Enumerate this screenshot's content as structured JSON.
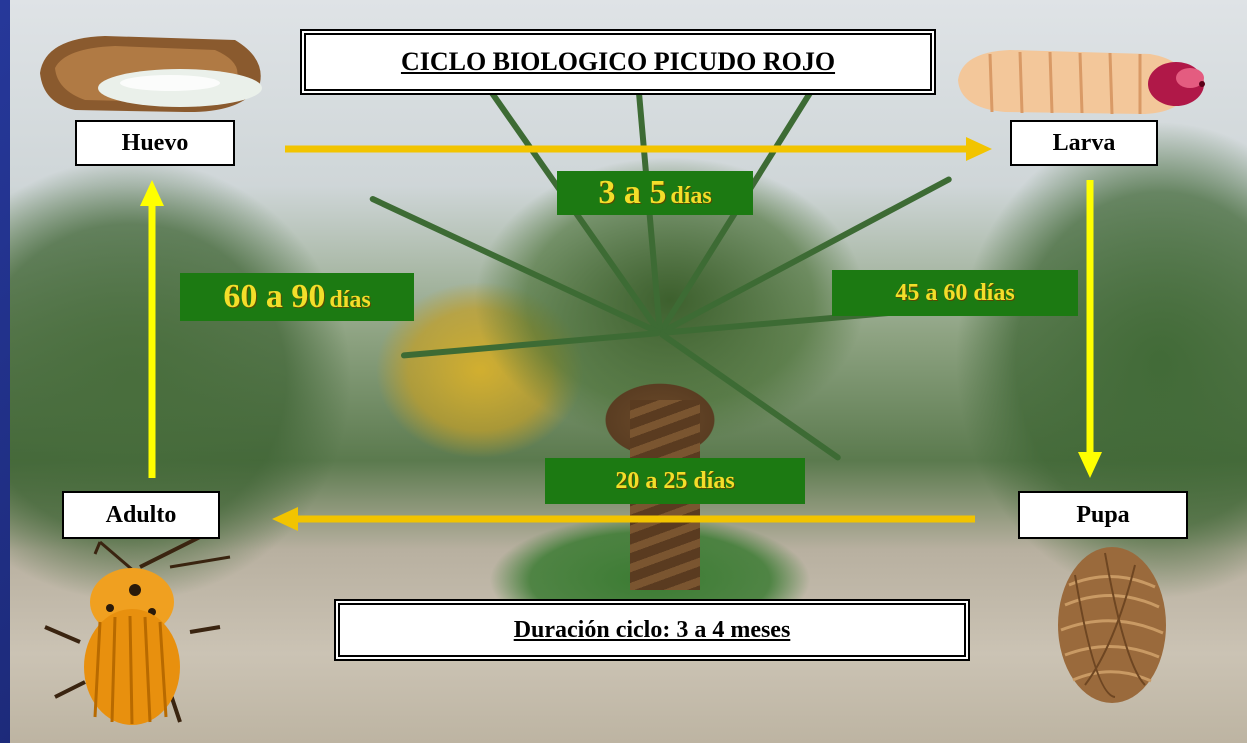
{
  "title": "CICLO BIOLOGICO PICUDO ROJO",
  "footer": "Duración ciclo: 3 a 4 meses",
  "stages": {
    "huevo": "Huevo",
    "larva": "Larva",
    "pupa": "Pupa",
    "adulto": "Adulto"
  },
  "durations": {
    "huevo_larva": {
      "number": "3 a 5",
      "unit": "días"
    },
    "larva_pupa": "45 a 60 días",
    "pupa_adulto": "20 a 25 días",
    "adulto_huevo": {
      "number": "60 a 90",
      "unit": "días"
    }
  },
  "colors": {
    "background": "#1b2a6e",
    "arrow_horizontal": "#f2c400",
    "arrow_vertical": "#ffff00",
    "duration_box": "#1c7a12",
    "duration_text": "#f3de2a"
  }
}
